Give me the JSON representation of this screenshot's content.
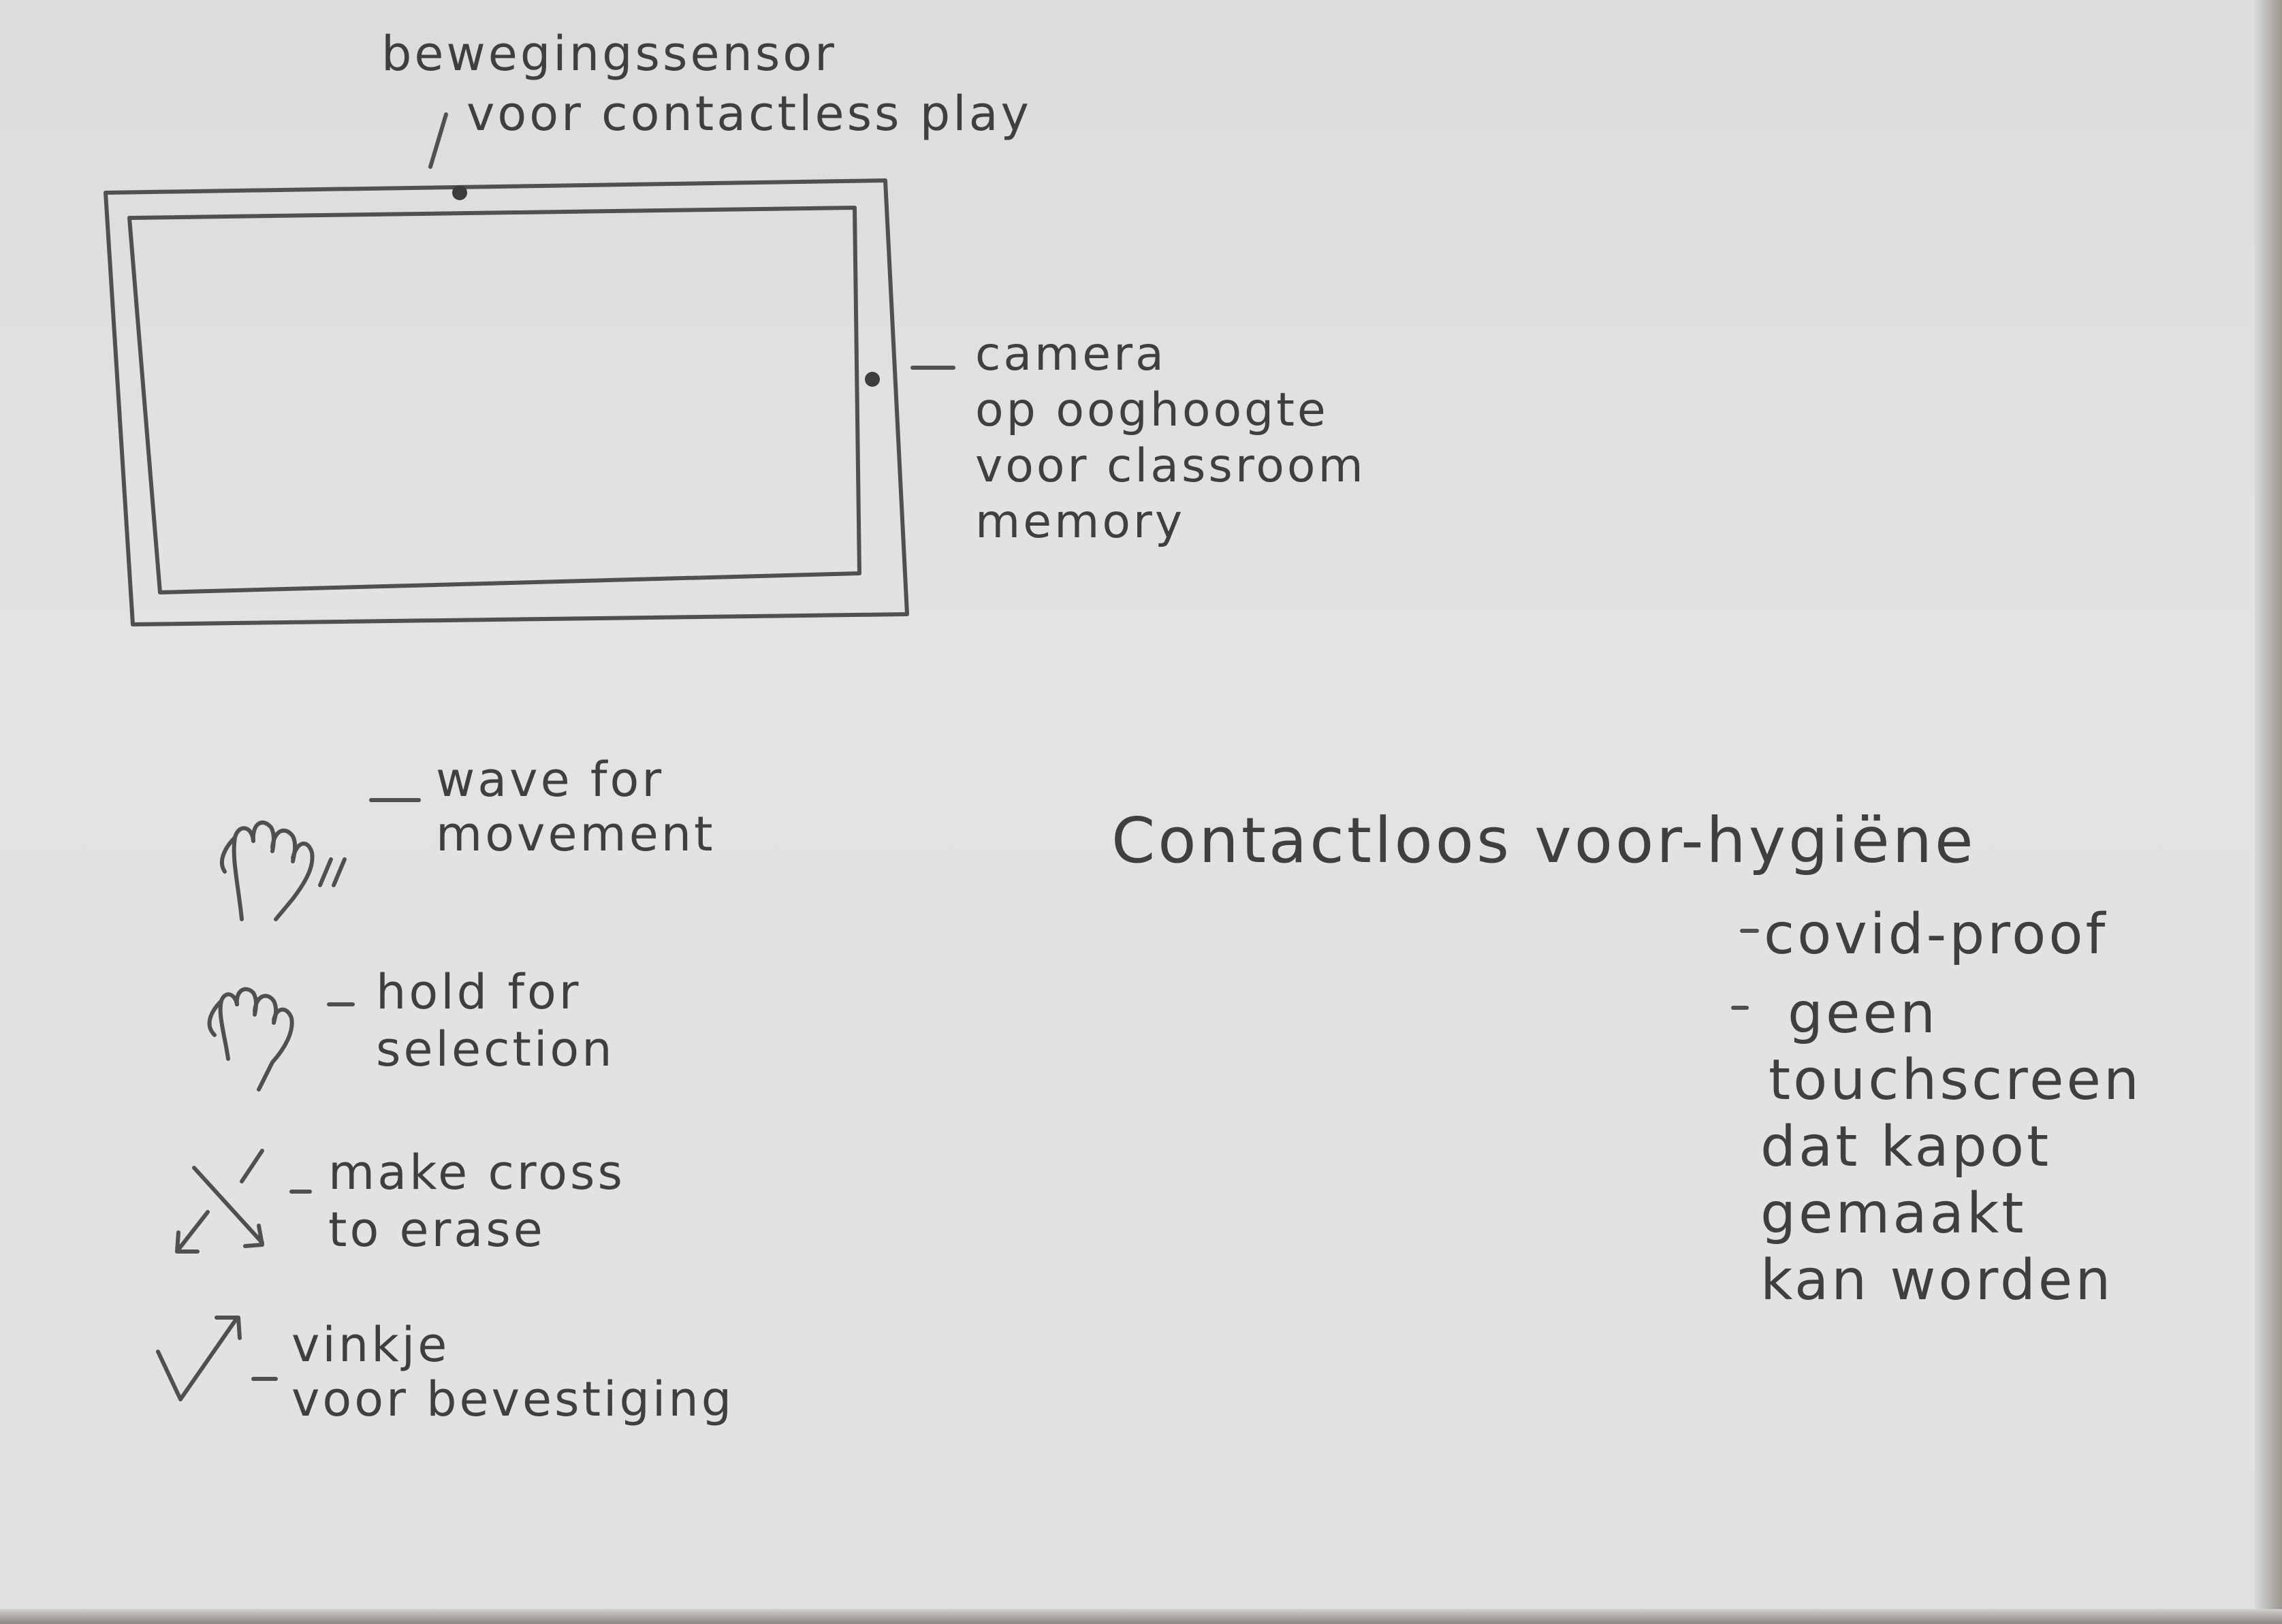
{
  "sensor_label": {
    "line1": "bewegingssensor",
    "line2": "voor contactless play"
  },
  "camera_label": {
    "line1": "camera",
    "line2": "op ooghoogte",
    "line3": "voor classroom",
    "line4": "memory"
  },
  "gestures": [
    {
      "icon": "waving-hand-icon",
      "line1": "wave for",
      "line2": "movement"
    },
    {
      "icon": "open-hand-icon",
      "line1": "hold for",
      "line2": "selection"
    },
    {
      "icon": "cross-gesture-icon",
      "line1": "make cross",
      "line2": "to erase"
    },
    {
      "icon": "checkmark-gesture-icon",
      "line1": "vinkje",
      "line2": "voor bevestiging"
    }
  ],
  "hygiene": {
    "title": "Contactloos voor-hygiëne",
    "bullet1": "covid-proof",
    "bullet2_lines": [
      "geen",
      "touchscreen",
      "dat kapot",
      "gemaakt",
      "kan worden"
    ]
  },
  "colors": {
    "paper": "#e1e1e3",
    "pencil": "#3f3f41"
  }
}
